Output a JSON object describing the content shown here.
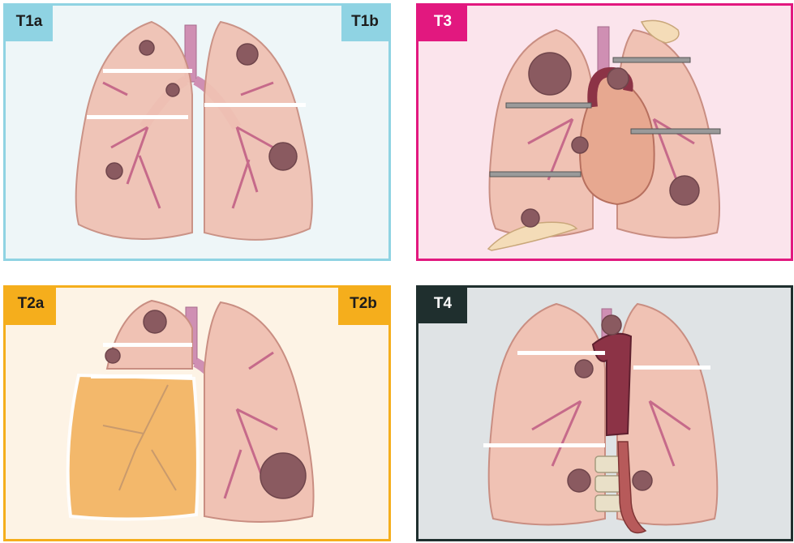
{
  "panels": [
    {
      "tags": [
        "T1a",
        "T1b"
      ],
      "theme": "#8fd3e3"
    },
    {
      "tags": [
        "T3"
      ],
      "theme": "#e2187f"
    },
    {
      "tags": [
        "T2a",
        "T2b"
      ],
      "theme": "#f5ae1c"
    },
    {
      "tags": [
        "T4"
      ],
      "theme": "#1f2f2e"
    }
  ],
  "colors": {
    "lung": "#f0c2b4",
    "lung_edge": "#c98e82",
    "bronchi": "#c66a8a",
    "tumor": "#8a5a60",
    "heart": "#e7a890",
    "atelectasis": "#f3b25e",
    "trachea": "#cf8fb3"
  }
}
